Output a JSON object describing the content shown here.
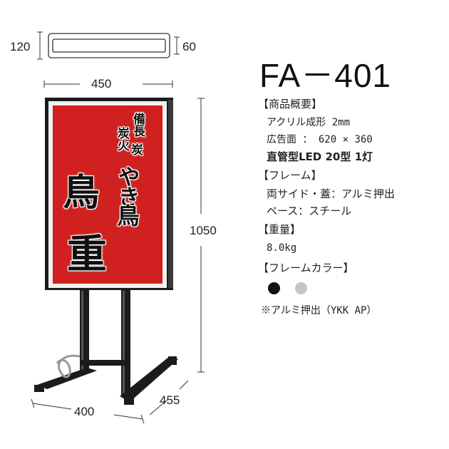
{
  "colors": {
    "frame": "#1b1b1b",
    "panel_red": "#d0201f",
    "panel_border": "#f2f2f2",
    "color_black": "#111111",
    "color_silver": "#c4c4c4"
  },
  "dimensions": {
    "top_depth": "120",
    "top_thickness": "60",
    "width": "450",
    "height": "1050",
    "base_width": "400",
    "base_depth": "455"
  },
  "model": "FA－401",
  "sign": {
    "small_1": "備長",
    "small_2": "炭火",
    "small_3": "炭",
    "yaki_1": "や",
    "yaki_2": "き",
    "yaki_3": "鳥",
    "big_1": "鳥",
    "big_2": "重"
  },
  "specs": {
    "product_heading": "【商品概要】",
    "acrylic": "アクリル成形 2mm",
    "ad_area": "広告面 ： 620 × 360",
    "led": "直管型LED 20型 1灯",
    "frame_heading": "【フレーム】",
    "sides": "両サイド・蓋：アルミ押出",
    "base": "ベース：スチール",
    "weight_heading": "【重量】",
    "weight": "8.0kg",
    "color_heading": "【フレームカラー】",
    "note": "※アルミ押出（YKK AP）"
  },
  "frame_colors": [
    "black",
    "silver"
  ]
}
